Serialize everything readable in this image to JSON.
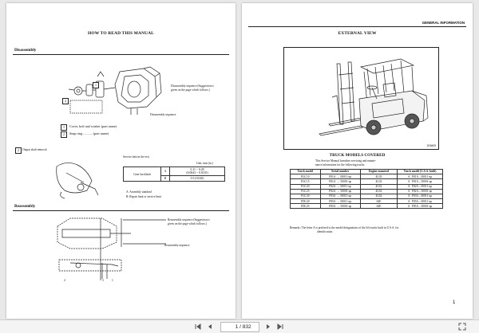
{
  "left_page": {
    "title": "HOW TO READ THIS MANUAL",
    "disassembly": {
      "heading": "Disassembly",
      "seq_note": "Disassembly sequence (Suggestion is given on the page which follows.)",
      "seq_label": "Disassembly sequence",
      "item1_num": "1",
      "item1_text": "Cover, bolt and washer (part name)",
      "item2_num": "2",
      "item2_text": "Snap ring ........... (part name)"
    },
    "output_shaft": {
      "num": "2",
      "label": "Output shaft removal"
    },
    "service_data": {
      "intro": "Service data in the text",
      "unit": "Unit: mm (in.)",
      "row_label": "Gear backlash",
      "row_a_key": "A",
      "row_a_value_mm": "0.11 ~ 0.28",
      "row_a_value_in": "(0.0043 ~ 0.0110)",
      "row_b_key": "B",
      "row_b_value": "0.5 (0.020)",
      "note_a": "A: Assembly standard",
      "note_b": "B: Repair limit or service limit"
    },
    "reassembly": {
      "heading": "Reassembly",
      "seq_note": "Reassembly sequence (Suggestion is given on the page which follows.)",
      "seq_label": "Reassembly sequence",
      "callouts": [
        "2",
        "3",
        "1"
      ]
    }
  },
  "right_page": {
    "header": "GENERAL INFORMATION",
    "title": "EXTERNAL VIEW",
    "figure_id": "203609",
    "models_title": "TRUCK MODELS COVERED",
    "models_intro_1": "This Service Manual furnishes servicing and mainte-",
    "models_intro_2": "nance information for the following trucks:",
    "table_headers": [
      "Truck model",
      "Serial number",
      "Engine mounted",
      "Truck model (U.S.A. built)"
    ],
    "table_rows": [
      [
        "FGC10",
        "F81A   –  00011-up",
        "4G33",
        "A   F81A – 00011-up"
      ],
      [
        "FGC15",
        "F81A   –  50001-up",
        "4G33",
        "A   F81A – 50001-up"
      ],
      [
        "FGC20",
        "F82A   –  00011-up",
        "4G52",
        "A   F82A – 00011-up"
      ],
      [
        "FGC25",
        "F82A   –  50001-up",
        "4G52",
        "A   F82A – 50001-up"
      ],
      [
        "FGC30",
        "F83A   –  00011-up",
        "4G54",
        "A   F83A – 00011-up"
      ],
      [
        "FDC20",
        "F85A   –  00011-up",
        "S4E",
        "A   F85A – 00011-up"
      ],
      [
        "FDC25",
        "F85A   –  50001-up",
        "S4E",
        "A   F85A – 50001-up"
      ]
    ],
    "remarks_1": "Remarks:  The letter A is prefixed to the model designations of the lift trucks built in U.S.A. for",
    "remarks_2": "identification.",
    "page_number": "1"
  },
  "toolbar": {
    "current_page": "1",
    "total_pages": "/ 832",
    "colors": {
      "bar": "#f4f4f4",
      "page_bg": "#e9e9e9"
    }
  }
}
